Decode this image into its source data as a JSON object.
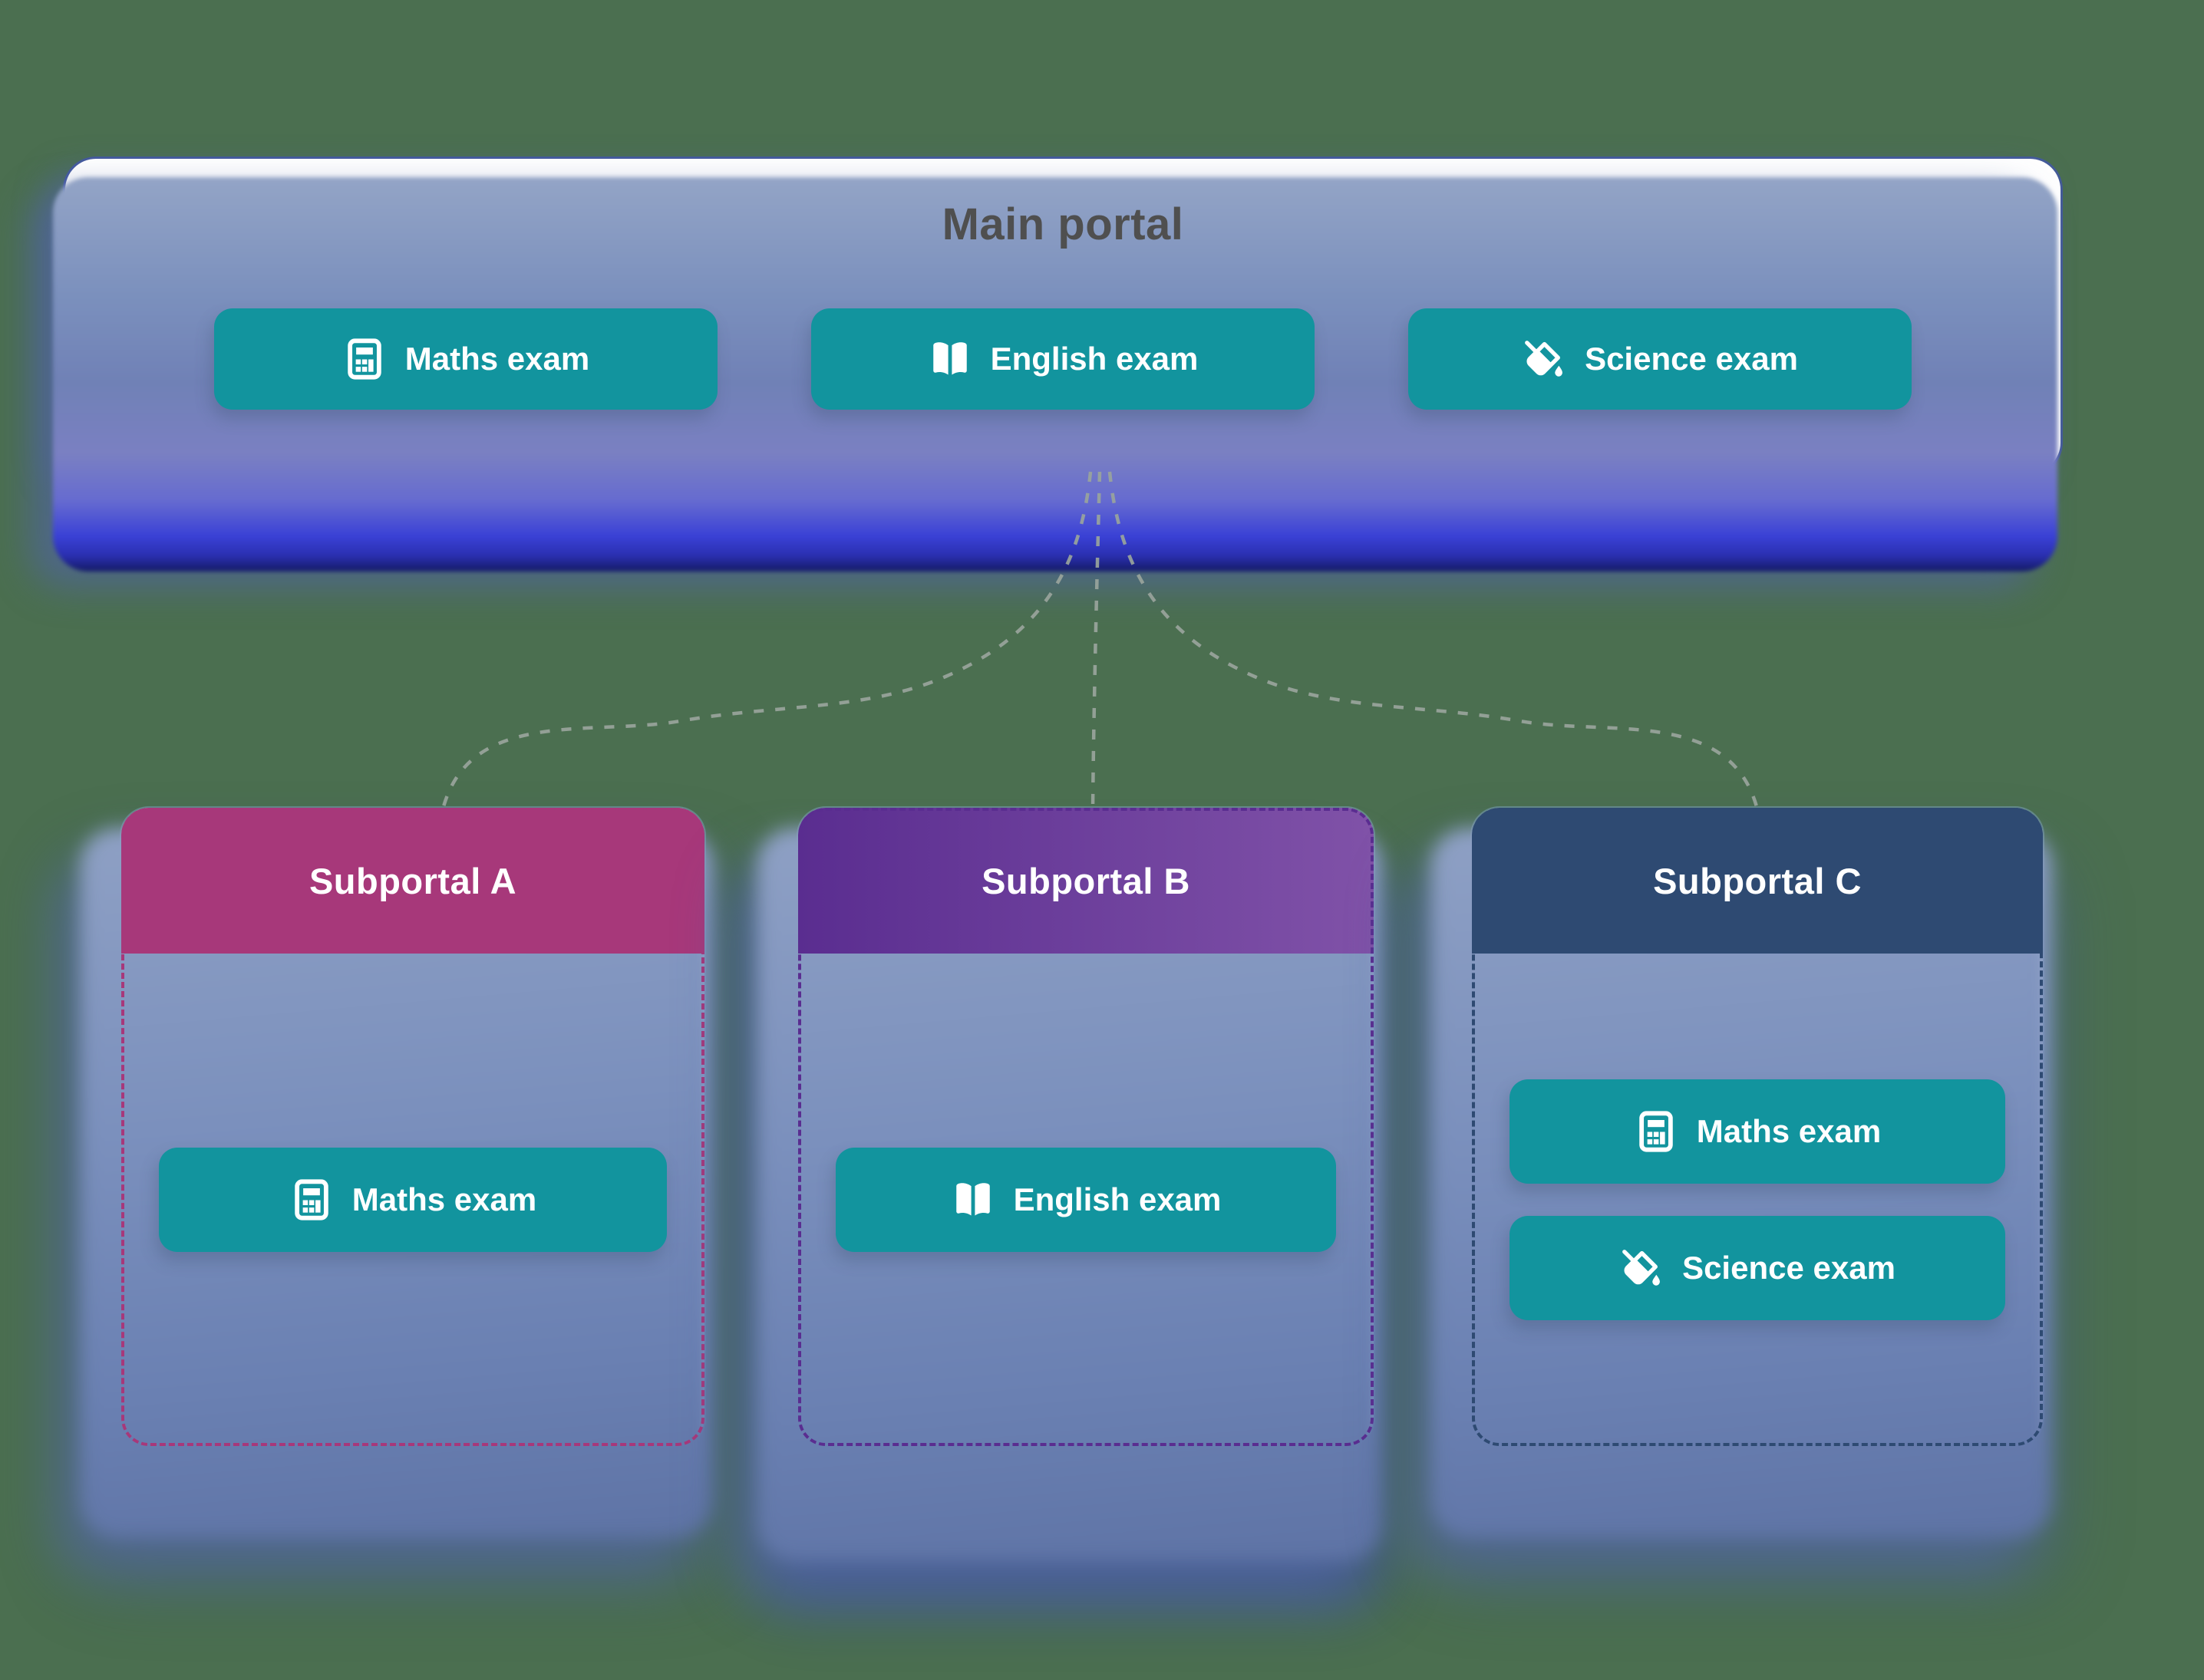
{
  "main_portal": {
    "title": "Main portal",
    "buttons": [
      {
        "label": "Maths exam",
        "icon": "calculator-icon"
      },
      {
        "label": "English exam",
        "icon": "open-book-icon"
      },
      {
        "label": "Science exam",
        "icon": "science-beaker-icon"
      }
    ]
  },
  "subportals": [
    {
      "title": "Subportal A",
      "accent": "#a7387a",
      "accent2": "#a7387a",
      "buttons": [
        {
          "label": "Maths exam",
          "icon": "calculator-icon"
        }
      ]
    },
    {
      "title": "Subportal B",
      "accent": "#5a2d90",
      "accent2": "#8052a8",
      "buttons": [
        {
          "label": "English exam",
          "icon": "open-book-icon"
        }
      ]
    },
    {
      "title": "Subportal C",
      "accent": "#2e4a72",
      "accent2": "#2e4a72",
      "buttons": [
        {
          "label": "Maths exam",
          "icon": "calculator-icon"
        },
        {
          "label": "Science exam",
          "icon": "science-beaker-icon"
        }
      ]
    }
  ],
  "colors": {
    "background": "#4b6f50",
    "card": "#ffffff",
    "button": "#12949e",
    "button-text": "#ffffff",
    "title-text": "#4f4f4f",
    "connector": "#99a49c"
  }
}
